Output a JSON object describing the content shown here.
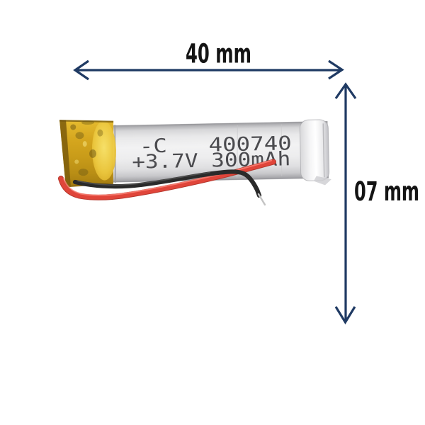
{
  "product_image": {
    "width_dimension": {
      "label": "40 mm"
    },
    "height_dimension": {
      "label": "07 mm"
    },
    "annotation": {
      "arrow_color": "#1f3a63",
      "label_color": "#141414"
    },
    "battery": {
      "print_line1": "-C   400740",
      "print_line2": "+3.7V 300mAh",
      "print_color": "#3e3e42",
      "body_color": "#ececee",
      "tape_color": "#cda01b",
      "red_wire_color": "#e0453a",
      "black_wire_color": "#2a2a2a"
    }
  }
}
